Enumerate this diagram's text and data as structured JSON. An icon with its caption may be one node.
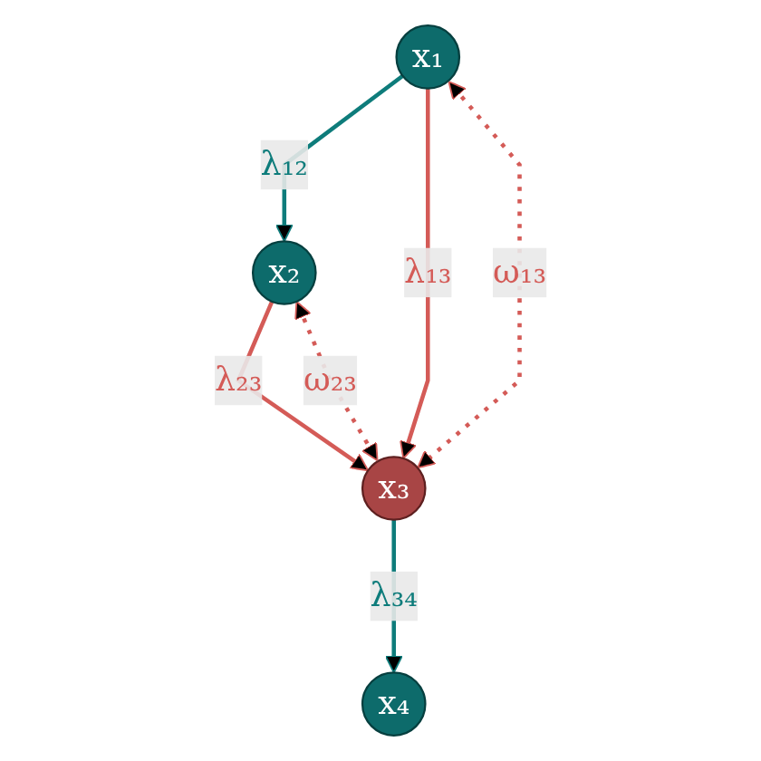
{
  "diagram": {
    "nodes": [
      {
        "text": [
          "x₁"
        ]
      },
      {
        "text": [
          "x₂"
        ]
      },
      {
        "text": [
          "x₃"
        ]
      },
      {
        "text": [
          "x₄"
        ]
      }
    ],
    "edges": [
      {
        "from": 0,
        "to": 1,
        "arrow": "to",
        "label": "λ₁₂",
        "color": "#0e7c7b"
      },
      {
        "from": 0,
        "to": 2,
        "arrow": "to",
        "label": "λ₁₃"
      },
      {
        "from": 1,
        "to": 2,
        "arrow": "to",
        "label": "λ₂₃"
      },
      {
        "from": 0,
        "to": 2,
        "arrow": "both",
        "label": "ω₁₃",
        "style": "dashed"
      },
      {
        "from": 2,
        "to": 1,
        "arrow": "both",
        "label": "ω₂₃",
        "style": "dashed"
      },
      {
        "from": 2,
        "to": 3,
        "arrow": "to",
        "label": "λ₃₄",
        "color": "#0e7c7b"
      }
    ]
  }
}
